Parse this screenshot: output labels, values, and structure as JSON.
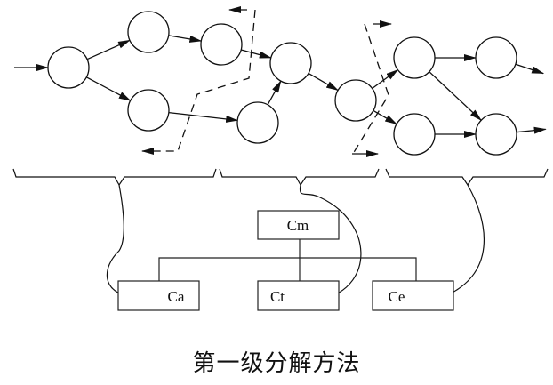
{
  "caption": "第一级分解方法",
  "stages": [
    {
      "id": "a",
      "label": "Ca"
    },
    {
      "id": "t",
      "label": "Ct"
    },
    {
      "id": "e",
      "label": "Ce"
    }
  ],
  "master": {
    "label": "Cm"
  },
  "nodes": [
    "n1",
    "n2",
    "n3",
    "n4",
    "n5",
    "n6",
    "n7",
    "n8",
    "n9",
    "n10",
    "n11"
  ],
  "edges": [
    [
      "in",
      "n1"
    ],
    [
      "n1",
      "n2"
    ],
    [
      "n1",
      "n3"
    ],
    [
      "n2",
      "n4"
    ],
    [
      "n3",
      "n6"
    ],
    [
      "n4",
      "n5"
    ],
    [
      "n6",
      "n5"
    ],
    [
      "n5",
      "n7"
    ],
    [
      "n7",
      "n8"
    ],
    [
      "n7",
      "n10"
    ],
    [
      "n8",
      "n9"
    ],
    [
      "n8",
      "n11"
    ],
    [
      "n10",
      "n11"
    ],
    [
      "n9",
      "out"
    ],
    [
      "n11",
      "out"
    ]
  ],
  "colors": {
    "line": "#111111",
    "background": "#ffffff"
  }
}
